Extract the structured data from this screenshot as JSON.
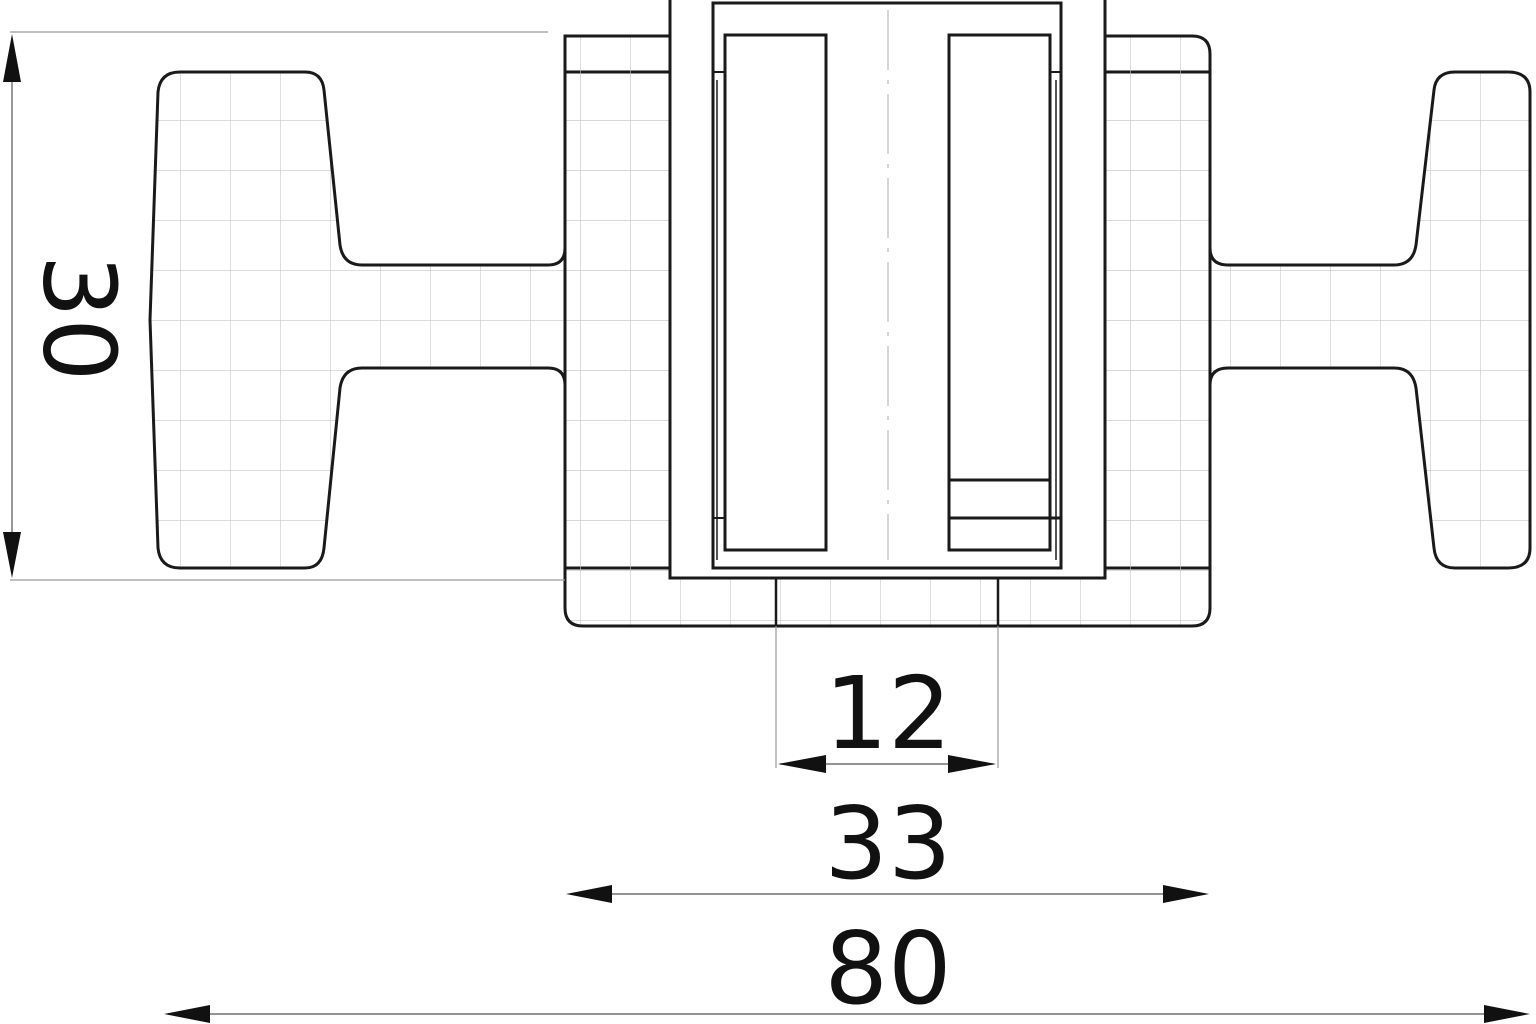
{
  "dimensions": {
    "height_label": "30",
    "slot_width_label": "12",
    "center_width_label": "33",
    "overall_width_label": "80"
  },
  "colors": {
    "line": "#1a1a1a",
    "grid": "#c8c8c8",
    "dimension": "#222222",
    "background": "#ffffff"
  }
}
